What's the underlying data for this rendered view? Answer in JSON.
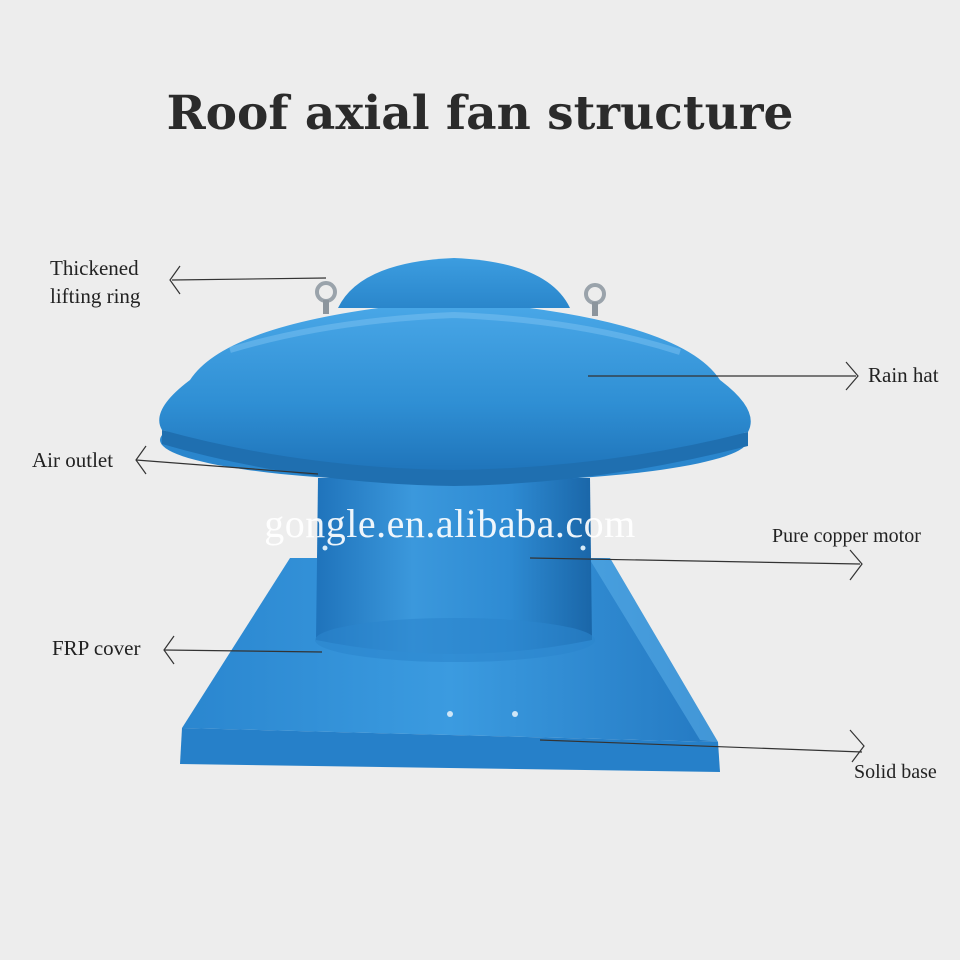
{
  "title": "Roof axial fan structure",
  "watermark": "gongle.en.alibaba.com",
  "labels": {
    "lifting_ring_line1": "Thickened",
    "lifting_ring_line2": "lifting ring",
    "rain_hat": "Rain hat",
    "air_outlet": "Air outlet",
    "motor": "Pure copper motor",
    "frp_cover": "FRP cover",
    "solid_base": "Solid base"
  },
  "colors": {
    "background": "#ededed",
    "fan_blue": "#2f8fd4",
    "fan_blue_dark": "#1c6fb4",
    "fan_blue_light": "#5cb0ea",
    "line": "#333333"
  }
}
